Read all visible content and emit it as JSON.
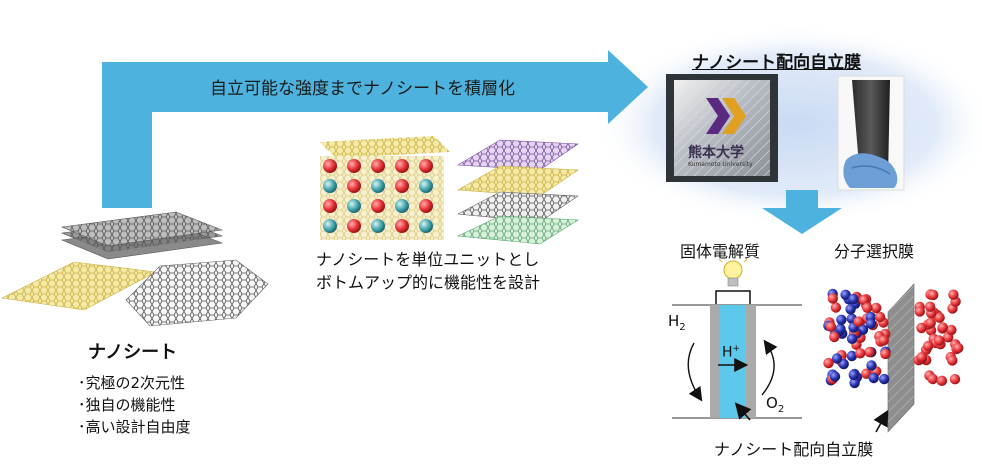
{
  "banner": {
    "text": "自立可能な強度までナノシートを積層化"
  },
  "film": {
    "title": "ナノシート配向自立膜",
    "logo_kanji": "熊本大学",
    "logo_roman": "Kumamoto University"
  },
  "nanosheet": {
    "title": "ナノシート",
    "bullets": [
      "･究極の2次元性",
      "･独自の機能性",
      "･高い設計自由度"
    ]
  },
  "design": {
    "line1": "ナノシートを単位ユニットとし",
    "line2": "ボトムアップ的に機能性を設計"
  },
  "apps": {
    "solid_electrolyte": "固体電解質",
    "selective_membrane": "分子選択膜",
    "h2": "H",
    "h2_sub": "2",
    "hplus": "H",
    "hplus_sup": "+",
    "o2": "O",
    "o2_sub": "2",
    "bottom_label": "ナノシート配向自立膜"
  },
  "colors": {
    "arrow": "#4db3de",
    "glow": "#c9daf3",
    "cell_fill": "#5bc8ec",
    "red": "#e8363a",
    "blue": "#2a33b0"
  }
}
